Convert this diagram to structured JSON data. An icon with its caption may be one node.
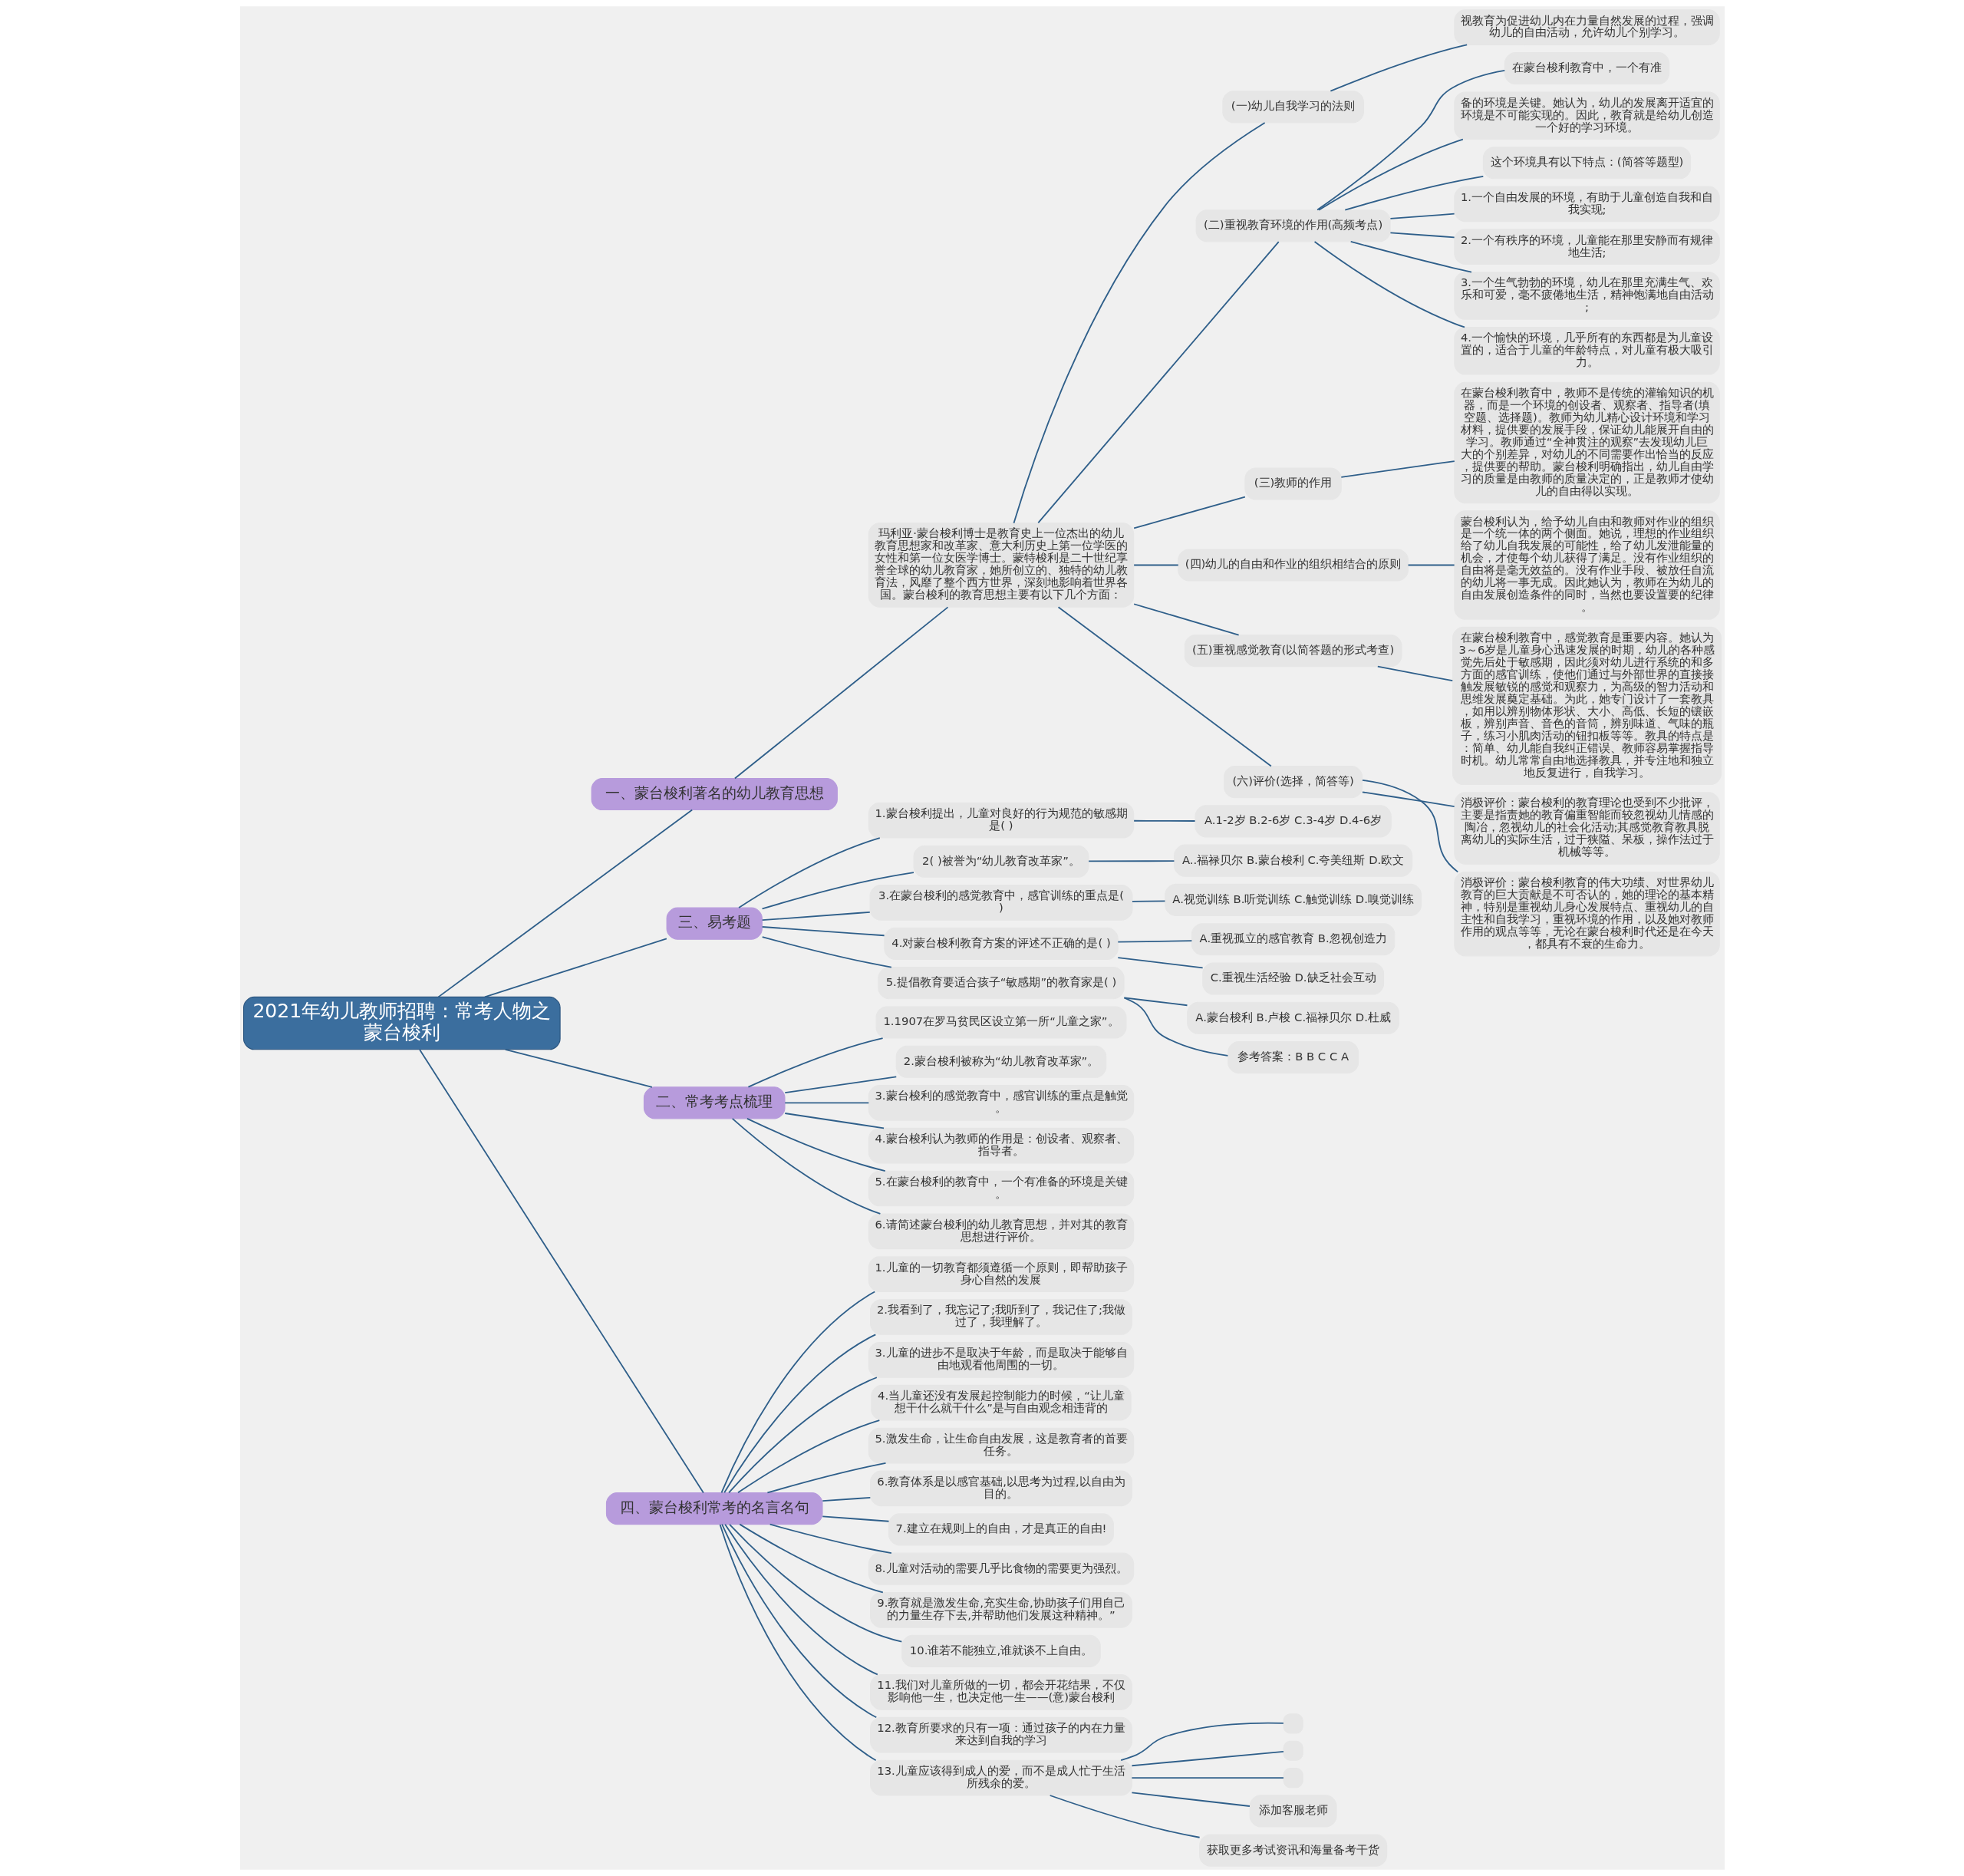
{
  "diagram": {
    "nodes": [
      {
        "text": [
          "2021年幼儿教师招聘：常考人物之蒙台梭利"
        ]
      },
      {
        "text": [
          "一、蒙台梭利著名的幼儿教育思想"
        ]
      },
      {
        "text": [
          "玛利亚·蒙台梭利博士是教育史上一位杰出的幼儿教育思想家和改革家、意大利历史上第一位学医的女性和第一位女医学博士。蒙特梭利是二十世纪享誉全球的幼儿教育家，她所创立的、独特的幼儿教育法，风靡了整个西方世界，深刻地影响着世界各国。蒙台梭利的教育思想主要有以下几个方面："
        ]
      },
      {
        "text": [
          "(一)幼儿自我学习的法则"
        ]
      },
      {
        "text": [
          "视教育为促进幼儿内在力量自然发展的过程，强调幼儿的自由活动，允许幼儿个别学习。"
        ]
      },
      {
        "text": [
          "(二)重视教育环境的作用(高频考点)"
        ]
      },
      {
        "text": [
          "在蒙台梭利教育中，一个有准"
        ]
      },
      {
        "text": [
          "备的环境是关键。她认为，幼儿的发展离开适宜的环境是不可能实现的。因此，教育就是给幼儿创造一个好的学习环境。"
        ]
      },
      {
        "text": [
          "这个环境具有以下特点：(简答等题型)"
        ]
      },
      {
        "text": [
          "1.一个自由发展的环境，有助于儿童创造自我和自我实现;"
        ]
      },
      {
        "text": [
          "2.一个有秩序的环境，儿童能在那里安静而有规律地生活;"
        ]
      },
      {
        "text": [
          "3.一个生气勃勃的环境，幼儿在那里充满生气、欢乐和可爱，毫不疲倦地生活，精神饱满地自由活动;"
        ]
      },
      {
        "text": [
          "4.一个愉快的环境，几乎所有的东西都是为儿童设置的，适合于儿童的年龄特点，对儿童有极大吸引力。"
        ]
      },
      {
        "text": [
          "(三)教师的作用"
        ]
      },
      {
        "text": [
          "在蒙台梭利教育中，教师不是传统的灌输知识的机器，而是一个环境的创设者、观察者、指导者(填空题、选择题)。教师为幼儿精心设计环境和学习材料，提供要的发展手段，保证幼儿能展开自由的学习。教师通过“全神贯注的观察”去发现幼儿巨大的个别差异，对幼儿的不同需要作出恰当的反应，提供要的帮助。蒙台梭利明确指出，幼儿自由学习的质量是由教师的质量决定的，正是教师才使幼儿的自由得以实现。"
        ]
      },
      {
        "text": [
          "(四)幼儿的自由和作业的组织相结合的原则"
        ]
      },
      {
        "text": [
          "蒙台梭利认为，给予幼儿自由和教师对作业的组织是一个统一体的两个侧面。她说，理想的作业组织给了幼儿自我发展的可能性，给了幼儿发泄能量的机会，才使每个幼儿获得了满足。没有作业组织的自由将是毫无效益的。没有作业手段、被放任自流的幼儿将一事无成。因此她认为，教师在为幼儿的自由发展创造条件的同时，当然也要设置要的纪律。"
        ]
      },
      {
        "text": [
          "(五)重视感觉教育(以简答题的形式考查)"
        ]
      },
      {
        "text": [
          "在蒙台梭利教育中，感觉教育是重要内容。她认为3～6岁是儿童身心迅速发展的时期，幼儿的各种感觉先后处于敏感期，因此须对幼儿进行系统的和多方面的感官训练，使他们通过与外部世界的直接接触发展敏锐的感觉和观察力，为高级的智力活动和思维发展奠定基础。为此，她专门设计了一套教具，如用以辨别物体形状、大小、高低、长短的镶嵌板，辨别声音、音色的音筒，辨别味道、气味的瓶子，练习小肌肉活动的钮扣板等等。教具的特点是：简单、幼儿能自我纠正错误、教师容易掌握指导时机。幼儿常常自由地选择教具，并专注地和独立地反复进行，自我学习。"
        ]
      },
      {
        "text": [
          "(六)评价(选择，简答等)"
        ]
      },
      {
        "text": [
          "消极评价：蒙台梭利的教育理论也受到不少批评，主要是指责她的教育偏重智能而较忽视幼儿情感的陶冶，忽视幼儿的社会化活动;其感觉教育教具脱离幼儿的实际生活，过于狭隘、呆板，操作法过于机械等等。"
        ]
      },
      {
        "text": [
          "消极评价：蒙台梭利教育的伟大功绩、对世界幼儿教育的巨大贡献是不可否认的，她的理论的基本精神，特别是重视幼儿身心发展特点、重视幼儿的自主性和自我学习，重视环境的作用，以及她对教师作用的观点等等，无论在蒙台梭利时代还是在今天，都具有不衰的生命力。"
        ]
      },
      {
        "text": [
          "三、易考题"
        ]
      },
      {
        "text": [
          "1.蒙台梭利提出，儿童对良好的行为规范的敏感期是( )"
        ]
      },
      {
        "text": [
          "A.1-2岁 B.2-6岁 C.3-4岁 D.4-6岁"
        ]
      },
      {
        "text": [
          "2( )被誉为“幼儿教育改革家”。"
        ]
      },
      {
        "text": [
          "A..福禄贝尔 B.蒙台梭利 C.夸美纽斯 D.欧文"
        ]
      },
      {
        "text": [
          "3.在蒙台梭利的感觉教育中，感官训练的重点是( )"
        ]
      },
      {
        "text": [
          "A.视觉训练 B.听觉训练 C.触觉训练 D.嗅觉训练"
        ]
      },
      {
        "text": [
          "4.对蒙台梭利教育方案的评述不正确的是( )"
        ]
      },
      {
        "text": [
          "A.重视孤立的感官教育 B.忽视创造力"
        ]
      },
      {
        "text": [
          "C.重视生活经验 D.缺乏社会互动"
        ]
      },
      {
        "text": [
          "5.提倡教育要适合孩子“敏感期”的教育家是( )"
        ]
      },
      {
        "text": [
          "A.蒙台梭利 B.卢梭 C.福禄贝尔 D.杜威"
        ]
      },
      {
        "text": [
          "参考答案：B B C C A"
        ]
      },
      {
        "text": [
          "二、常考考点梳理"
        ]
      },
      {
        "text": [
          "1.1907在罗马贫民区设立第一所“儿童之家”。"
        ]
      },
      {
        "text": [
          "2.蒙台梭利被称为“幼儿教育改革家”。"
        ]
      },
      {
        "text": [
          "3.蒙台梭利的感觉教育中，感官训练的重点是触觉。"
        ]
      },
      {
        "text": [
          "4.蒙台梭利认为教师的作用是：创设者、观察者、指导者。"
        ]
      },
      {
        "text": [
          "5.在蒙台梭利的教育中，一个有准备的环境是关键。"
        ]
      },
      {
        "text": [
          "6.请简述蒙台梭利的幼儿教育思想，并对其的教育思想进行评价。"
        ]
      },
      {
        "text": [
          "四、蒙台梭利常考的名言名句"
        ]
      },
      {
        "text": [
          "1.儿童的一切教育都须遵循一个原则，即帮助孩子身心自然的发展"
        ]
      },
      {
        "text": [
          "2.我看到了，我忘记了;我听到了，我记住了;我做过了，我理解了。"
        ]
      },
      {
        "text": [
          "3.儿童的进步不是取决于年龄，而是取决于能够自由地观看他周围的一切。"
        ]
      },
      {
        "text": [
          "4.当儿童还没有发展起控制能力的时候，“让儿童想干什么就干什么”是与自由观念相违背的"
        ]
      },
      {
        "text": [
          "5.激发生命，让生命自由发展，这是教育者的首要任务。"
        ]
      },
      {
        "text": [
          "6.教育体系是以感官基础,以思考为过程,以自由为目的。"
        ]
      },
      {
        "text": [
          "7.建立在规则上的自由，才是真正的自由!"
        ]
      },
      {
        "text": [
          "8.儿童对活动的需要几乎比食物的需要更为强烈。"
        ]
      },
      {
        "text": [
          "9.教育就是激发生命,充实生命,协助孩子们用自己的力量生存下去,并帮助他们发展这种精神。”"
        ]
      },
      {
        "text": [
          "10.谁若不能独立,谁就谈不上自由。"
        ]
      },
      {
        "text": [
          "11.我们对儿童所做的一切，都会开花结果，不仅影响他一生，也决定他一生——(意)蒙台梭利"
        ]
      },
      {
        "text": [
          "12.教育所要求的只有一项：通过孩子的内在力量来达到自我的学习"
        ]
      },
      {
        "text": [
          "13.儿童应该得到成人的爱，而不是成人忙于生活所残余的爱。"
        ]
      },
      {
        "text": [],
        "shape": "box"
      },
      {
        "text": [],
        "shape": "box"
      },
      {
        "text": [],
        "shape": "box"
      },
      {
        "text": [
          "添加客服老师"
        ]
      },
      {
        "text": [
          "获取更多考试资讯和海量备考干货"
        ]
      }
    ],
    "edges": [
      {
        "from": 0,
        "to": 1,
        "arrow": "none"
      },
      {
        "from": 1,
        "to": 2,
        "arrow": "none"
      },
      {
        "from": 2,
        "to": 3,
        "arrow": "none"
      },
      {
        "from": 3,
        "to": 4,
        "arrow": "none"
      },
      {
        "from": 2,
        "to": 5,
        "arrow": "none"
      },
      {
        "from": 5,
        "to": 6,
        "arrow": "none"
      },
      {
        "from": 5,
        "to": 7,
        "arrow": "none"
      },
      {
        "from": 5,
        "to": 8,
        "arrow": "none"
      },
      {
        "from": 5,
        "to": 9,
        "arrow": "none"
      },
      {
        "from": 5,
        "to": 10,
        "arrow": "none"
      },
      {
        "from": 5,
        "to": 11,
        "arrow": "none"
      },
      {
        "from": 5,
        "to": 12,
        "arrow": "none"
      },
      {
        "from": 2,
        "to": 13,
        "arrow": "none"
      },
      {
        "from": 13,
        "to": 14,
        "arrow": "none"
      },
      {
        "from": 2,
        "to": 15,
        "arrow": "none"
      },
      {
        "from": 15,
        "to": 16,
        "arrow": "none"
      },
      {
        "from": 2,
        "to": 17,
        "arrow": "none"
      },
      {
        "from": 17,
        "to": 18,
        "arrow": "none"
      },
      {
        "from": 2,
        "to": 19,
        "arrow": "none"
      },
      {
        "from": 19,
        "to": 20,
        "arrow": "none"
      },
      {
        "from": 19,
        "to": 21,
        "arrow": "none"
      },
      {
        "from": 0,
        "to": 22,
        "arrow": "none"
      },
      {
        "from": 22,
        "to": 23,
        "arrow": "none"
      },
      {
        "from": 23,
        "to": 24,
        "arrow": "none"
      },
      {
        "from": 22,
        "to": 25,
        "arrow": "none"
      },
      {
        "from": 25,
        "to": 26,
        "arrow": "none"
      },
      {
        "from": 22,
        "to": 27,
        "arrow": "none"
      },
      {
        "from": 27,
        "to": 28,
        "arrow": "none"
      },
      {
        "from": 22,
        "to": 29,
        "arrow": "none"
      },
      {
        "from": 29,
        "to": 30,
        "arrow": "none"
      },
      {
        "from": 29,
        "to": 31,
        "arrow": "none"
      },
      {
        "from": 22,
        "to": 32,
        "arrow": "none"
      },
      {
        "from": 32,
        "to": 33,
        "arrow": "none"
      },
      {
        "from": 32,
        "to": 34,
        "arrow": "none"
      },
      {
        "from": 0,
        "to": 35,
        "arrow": "none"
      },
      {
        "from": 35,
        "to": 36,
        "arrow": "none"
      },
      {
        "from": 35,
        "to": 37,
        "arrow": "none"
      },
      {
        "from": 35,
        "to": 38,
        "arrow": "none"
      },
      {
        "from": 35,
        "to": 39,
        "arrow": "none"
      },
      {
        "from": 35,
        "to": 40,
        "arrow": "none"
      },
      {
        "from": 35,
        "to": 41,
        "arrow": "none"
      },
      {
        "from": 0,
        "to": 42,
        "arrow": "none"
      },
      {
        "from": 42,
        "to": 43,
        "arrow": "none"
      },
      {
        "from": 42,
        "to": 44,
        "arrow": "none"
      },
      {
        "from": 42,
        "to": 45,
        "arrow": "none"
      },
      {
        "from": 42,
        "to": 46,
        "arrow": "none"
      },
      {
        "from": 42,
        "to": 47,
        "arrow": "none"
      },
      {
        "from": 42,
        "to": 48,
        "arrow": "none"
      },
      {
        "from": 42,
        "to": 49,
        "arrow": "none"
      },
      {
        "from": 42,
        "to": 50,
        "arrow": "none"
      },
      {
        "from": 42,
        "to": 51,
        "arrow": "none"
      },
      {
        "from": 42,
        "to": 52,
        "arrow": "none"
      },
      {
        "from": 42,
        "to": 53,
        "arrow": "none"
      },
      {
        "from": 42,
        "to": 54,
        "arrow": "none"
      },
      {
        "from": 42,
        "to": 55,
        "arrow": "none"
      },
      {
        "from": 55,
        "to": 56,
        "arrow": "none"
      },
      {
        "from": 55,
        "to": 57,
        "arrow": "none"
      },
      {
        "from": 55,
        "to": 58,
        "arrow": "none"
      },
      {
        "from": 55,
        "to": 59,
        "arrow": "none"
      },
      {
        "from": 55,
        "to": 60,
        "arrow": "none"
      }
    ]
  }
}
